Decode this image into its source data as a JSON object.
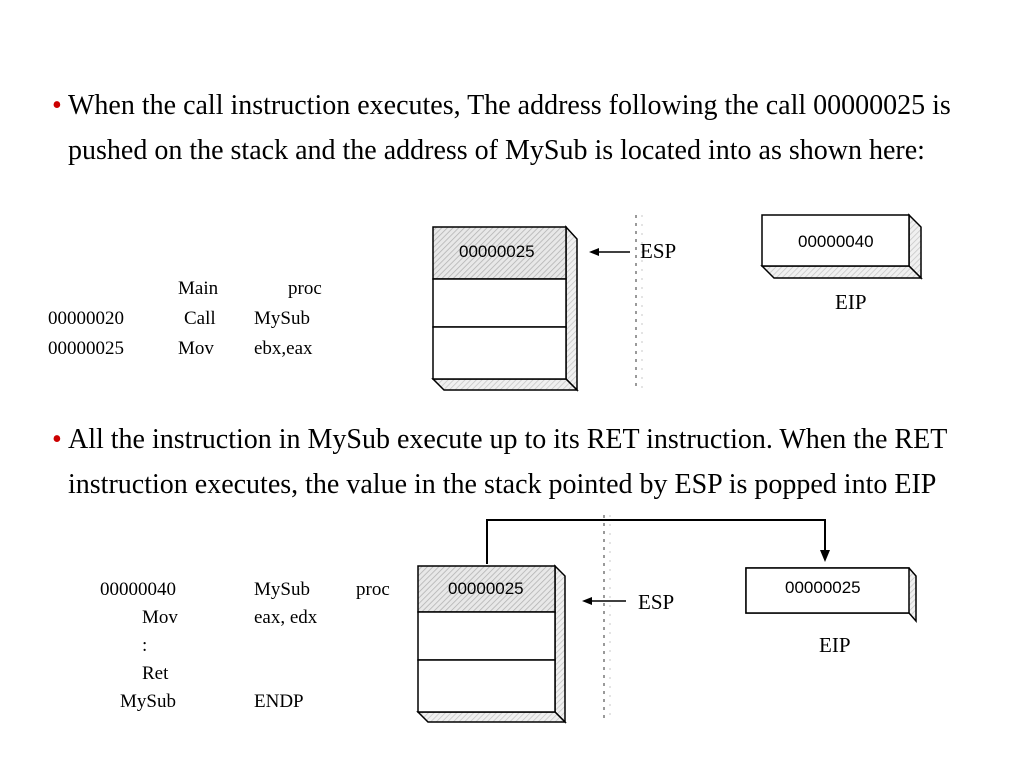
{
  "bullets": [
    "When the call instruction executes, The address following the call 00000025 is pushed on the stack and the address of MySub is located into as shown here:",
    "All the instruction in MySub execute up to its RET instruction. When the RET instruction executes, the value in the stack pointed by ESP is popped into EIP"
  ],
  "code1": {
    "rows": [
      {
        "addr": "",
        "op": "Main",
        "arg": "proc"
      },
      {
        "addr": "00000020",
        "op": "Call",
        "arg": "MySub"
      },
      {
        "addr": "00000025",
        "op": "Mov",
        "arg": "ebx,eax"
      }
    ]
  },
  "code2": {
    "rows": [
      {
        "addr": "00000040",
        "op": "",
        "arg": "MySub",
        "extra": "proc"
      },
      {
        "addr": "Mov",
        "op": "",
        "arg": "eax, edx",
        "extra": ""
      },
      {
        "addr": ":",
        "op": "",
        "arg": "",
        "extra": ""
      },
      {
        "addr": "Ret",
        "op": "",
        "arg": "",
        "extra": ""
      },
      {
        "addr": "MySub",
        "op": "",
        "arg": "ENDP",
        "extra": ""
      }
    ]
  },
  "figure1": {
    "stack_top_value": "00000025",
    "esp_label": "ESP",
    "eip_value": "00000040",
    "eip_label": "EIP"
  },
  "figure2": {
    "stack_top_value": "00000025",
    "esp_label": "ESP",
    "eip_value": "00000025",
    "eip_label": "EIP"
  }
}
